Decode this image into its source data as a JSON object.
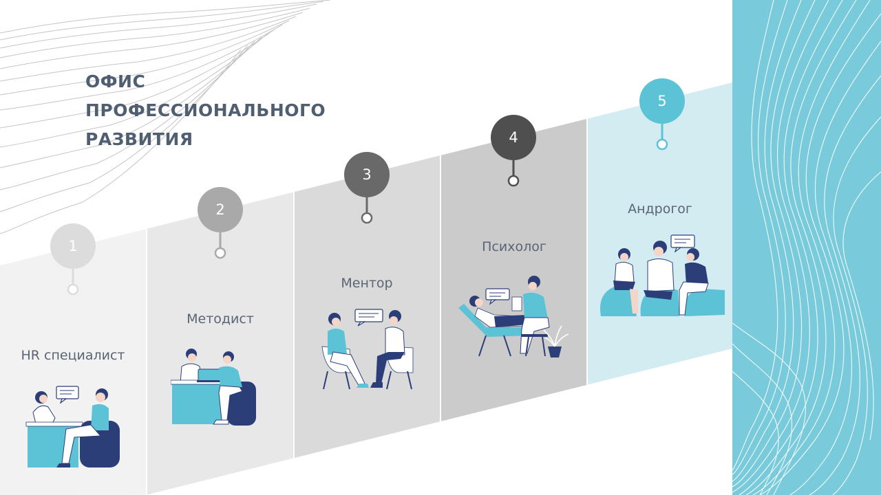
{
  "slide": {
    "title_lines": [
      "ОФИС",
      "ПРОФЕССИОНАЛЬНОГО",
      "РАЗВИТИЯ"
    ]
  },
  "steps": [
    {
      "number": "1",
      "label": "HR специалист",
      "marker_color": "#dcdcdc",
      "panel_color": "#f2f2f2"
    },
    {
      "number": "2",
      "label": "Методист",
      "marker_color": "#a9a9a9",
      "panel_color": "#e8e8e8"
    },
    {
      "number": "3",
      "label": "Ментор",
      "marker_color": "#696969",
      "panel_color": "#dadada"
    },
    {
      "number": "4",
      "label": "Психолог",
      "marker_color": "#4f4f4f",
      "panel_color": "#cbcbcb"
    },
    {
      "number": "5",
      "label": "Андрогог",
      "marker_color": "#5cc2d6",
      "panel_color": "#d3ecf2"
    }
  ],
  "colors": {
    "accent": "#5cc2d6",
    "right_panel": "#79cbdb",
    "title": "#4f5f71",
    "label": "#5a6474",
    "navy": "#2c3e78"
  }
}
